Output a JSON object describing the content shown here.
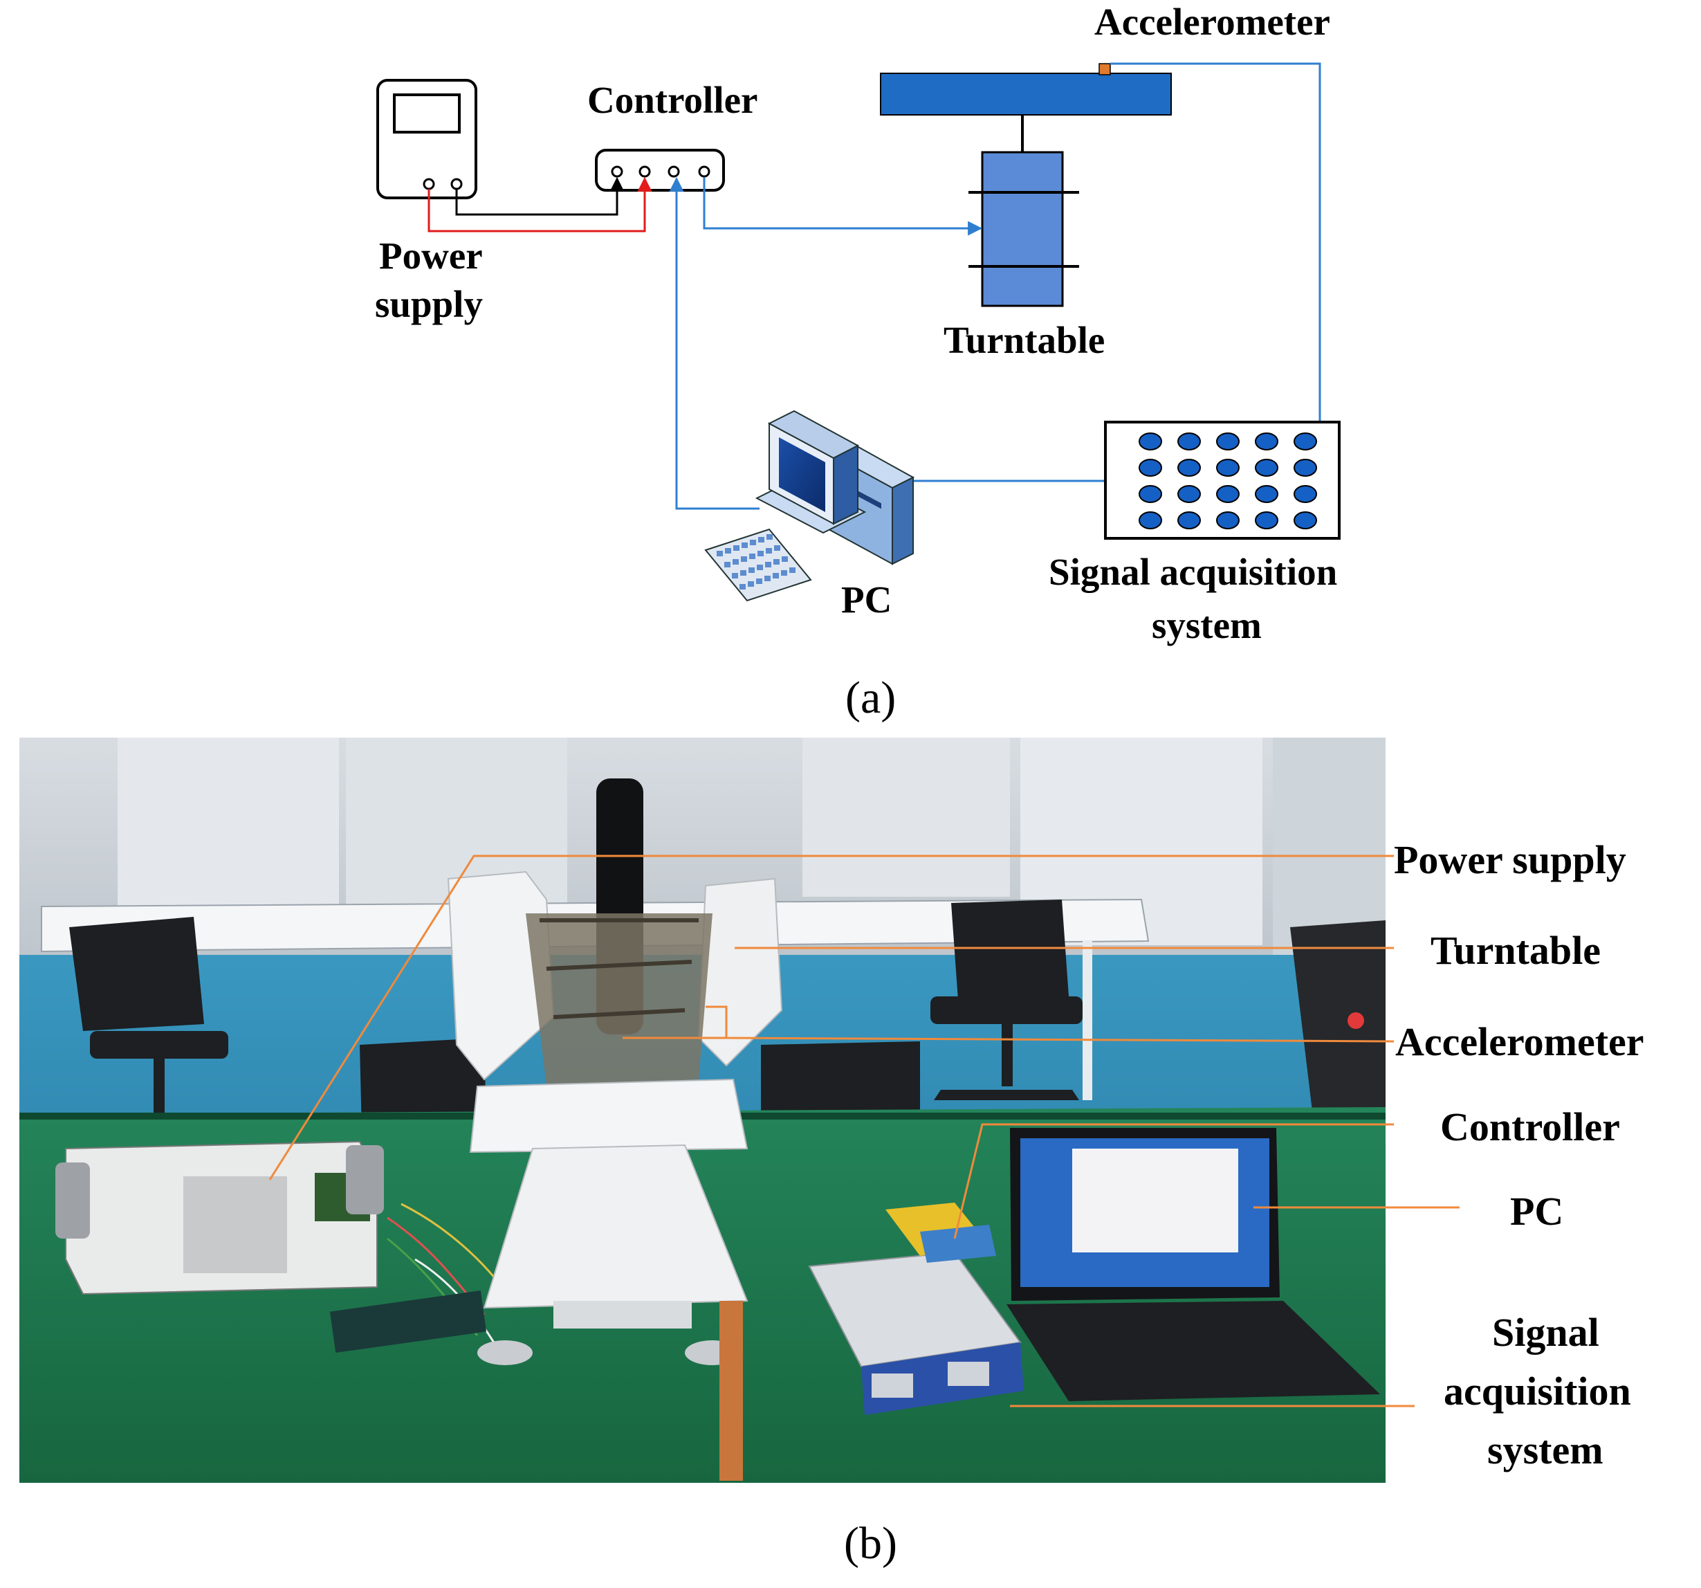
{
  "panel_a": {
    "caption": "(a)",
    "labels": {
      "accelerometer": "Accelerometer",
      "controller": "Controller",
      "power_supply_line1": "Power",
      "power_supply_line2": "supply",
      "turntable": "Turntable",
      "pc": "PC",
      "signal_acq_line1": "Signal acquisition",
      "signal_acq_line2": "system"
    },
    "colors": {
      "turntable_top": "#1f6cc4",
      "turntable_body": "#5b8bd6",
      "accelerometer": "#e07a2e",
      "signal_wire": "#2f7fd0",
      "power_wire_red": "#e21b1b",
      "power_wire_black": "#000000",
      "daq_port": "#1560c4"
    }
  },
  "panel_b": {
    "caption": "(b)",
    "labels": {
      "power_supply": "Power supply",
      "turntable": "Turntable",
      "accelerometer": "Accelerometer",
      "controller": "Controller",
      "pc": "PC",
      "signal_acq_line1": "Signal",
      "signal_acq_line2": "acquisition",
      "signal_acq_line3": "system"
    },
    "colors": {
      "leader_line": "#f08a3c",
      "table": "#1f7a52",
      "floor": "#2e8fb8"
    }
  }
}
